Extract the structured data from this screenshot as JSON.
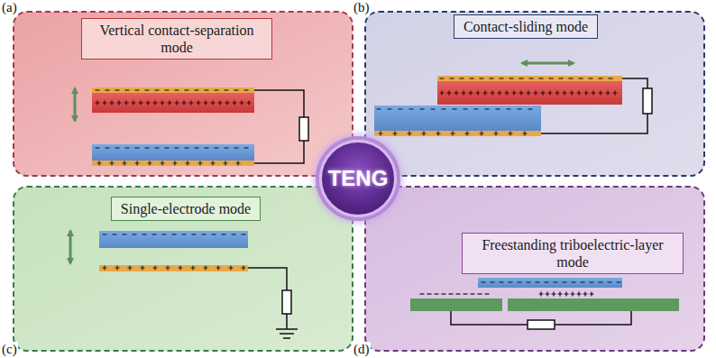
{
  "diagram": {
    "nodes": [
      {
        "text": [
          "(a)"
        ]
      },
      {
        "text": [
          "Vertical contact-separation mode"
        ],
        "in": 0
      },
      {
        "text": [
          "(b)"
        ]
      },
      {
        "text": [
          "Contact-sliding mode"
        ],
        "in": 2
      },
      {
        "text": [
          "(c)"
        ]
      },
      {
        "text": [
          "Single-electrode mode"
        ],
        "in": 4
      },
      {
        "text": [
          "(d)"
        ]
      },
      {
        "text": [
          "Freestanding triboelectric-layer mode"
        ],
        "in": 6
      },
      {
        "text": [
          "TENG"
        ]
      }
    ]
  }
}
